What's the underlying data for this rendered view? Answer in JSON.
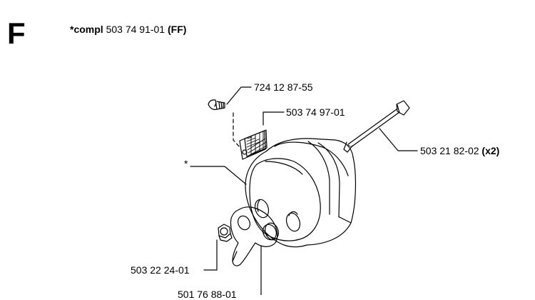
{
  "section": {
    "letter": "F"
  },
  "header": {
    "prefix": "*compl",
    "part_number": "503 74 91-01",
    "variant": "(FF)"
  },
  "callouts": {
    "bolt": "724 12 87-55",
    "screen": "503 74 97-01",
    "long_bolt": "503 21 82-02",
    "long_bolt_qty": "(x2)",
    "assembly_marker": "*",
    "nut": "503 22 24-01",
    "plate": "501 76 88-01"
  }
}
